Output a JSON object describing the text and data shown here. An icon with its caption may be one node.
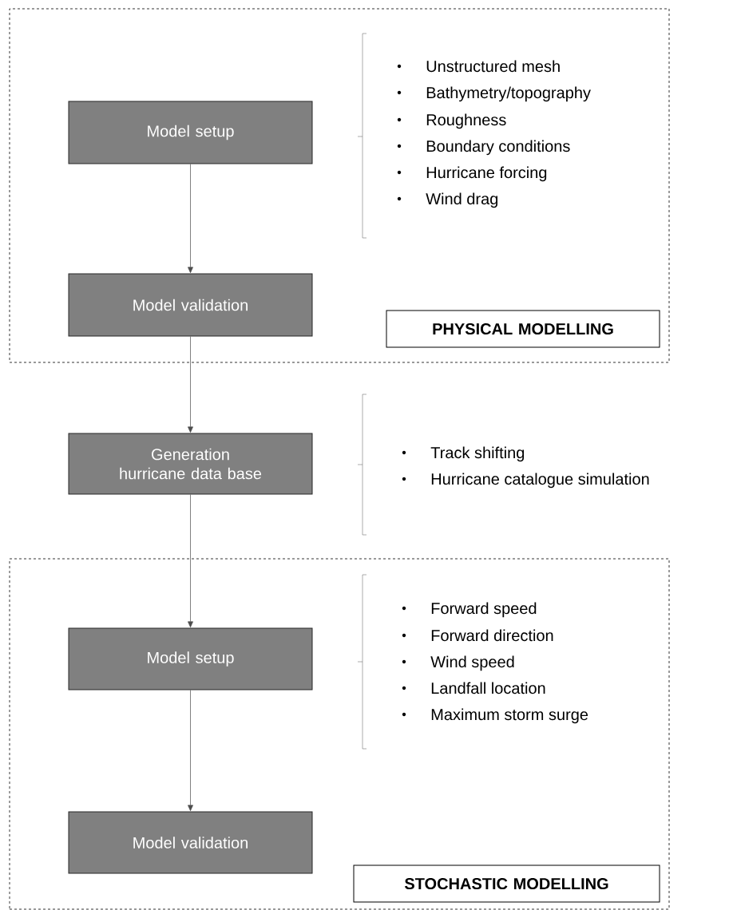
{
  "diagram": {
    "nodes": [
      {
        "text": [],
        "shape": "box"
      },
      {
        "text": [
          "Model setup"
        ],
        "in": 0
      },
      {
        "text": [
          "Model validation"
        ],
        "in": 0
      },
      {
        "text": [
          "PHYSICAL MODELLING"
        ],
        "in": 0
      },
      {
        "text": [
          "Generation hurricane data base"
        ]
      },
      {
        "text": [],
        "shape": "box"
      },
      {
        "text": [
          "Model setup"
        ],
        "in": 5
      },
      {
        "text": [
          "Model validation"
        ],
        "in": 5
      },
      {
        "text": [
          "STOCHASTIC MODELLING"
        ],
        "in": 5
      }
    ],
    "edges": [
      {
        "from": 1,
        "to": 2,
        "arrow": "to"
      },
      {
        "from": 2,
        "to": 4,
        "arrow": "to"
      },
      {
        "from": 4,
        "to": 6,
        "arrow": "to"
      },
      {
        "from": 6,
        "to": 7,
        "arrow": "to"
      }
    ],
    "labels": [
      "Unstructured mesh",
      "Bathymetry/topography",
      "Roughness",
      "Boundary conditions",
      "Hurricane forcing",
      "Wind drag",
      "Track shifting",
      "Hurricane catalogue simulation",
      "Forward speed",
      "Forward direction",
      "Wind speed",
      "Landfall location",
      "Maximum storm surge"
    ]
  }
}
